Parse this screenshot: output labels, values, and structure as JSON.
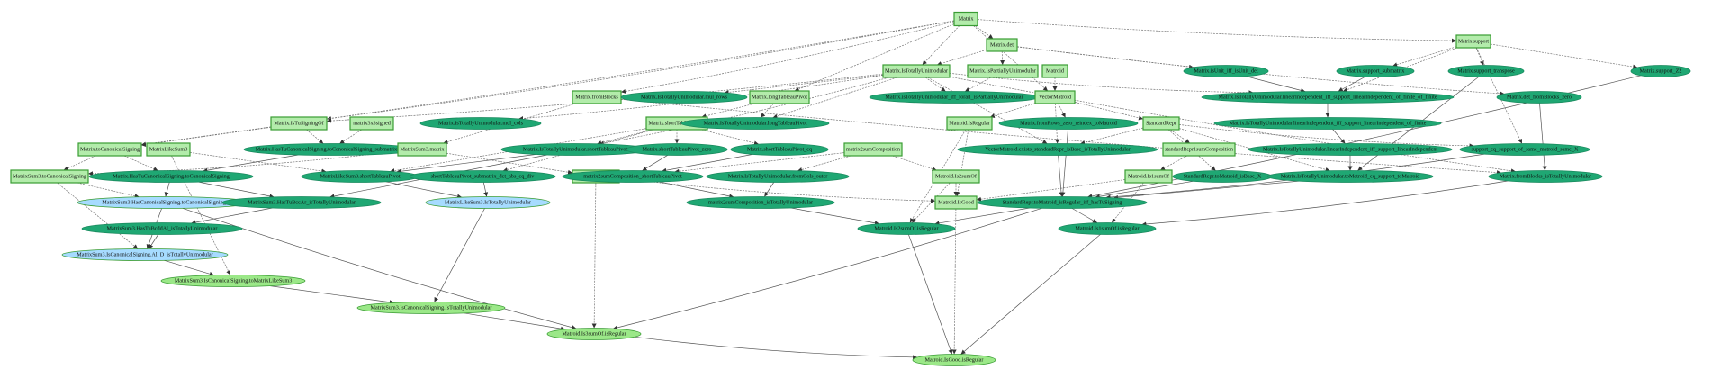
{
  "graph": {
    "colors": {
      "definition_fill": "#b3ecab",
      "definition_stroke": "#3a9c34",
      "theorem_proved_fill": "#1fa773",
      "theorem_proved_stroke": "#1a8a5e",
      "theorem_ready_fill": "#a6dbff",
      "theorem_ready_stroke": "#3a9c34",
      "theorem_goal_fill": "#9be888",
      "theorem_goal_stroke": "#3a9c34"
    },
    "nodes": [
      {
        "id": "Matrix",
        "label": "Matrix",
        "shape": "box",
        "style": "definition"
      },
      {
        "id": "Matrix.det",
        "label": "Matrix.det",
        "shape": "box",
        "style": "definition"
      },
      {
        "id": "Matrix.support",
        "label": "Matrix.support",
        "shape": "box",
        "style": "definition"
      },
      {
        "id": "Matrix.IsTotallyUnimodular",
        "label": "Matrix.IsTotallyUnimodular",
        "shape": "box",
        "style": "definition"
      },
      {
        "id": "Matrix.IsPartiallyUnimodular",
        "label": "Matrix.IsPartiallyUnimodular",
        "shape": "box",
        "style": "definition"
      },
      {
        "id": "Matroid",
        "label": "Matroid",
        "shape": "box",
        "style": "definition"
      },
      {
        "id": "Matrix.isUnit_iff_isUnit_det",
        "label": "Matrix.isUnit_iff_isUnit_det",
        "shape": "ellipse",
        "style": "proved"
      },
      {
        "id": "Matrix.support_submatrix",
        "label": "Matrix.support_submatrix",
        "shape": "ellipse",
        "style": "proved"
      },
      {
        "id": "Matrix.support_transpose",
        "label": "Matrix.support_transpose",
        "shape": "ellipse",
        "style": "proved"
      },
      {
        "id": "Matrix.support_Z2",
        "label": "Matrix.support_Z2",
        "shape": "ellipse",
        "style": "proved"
      },
      {
        "id": "Matrix.fromBlocks",
        "label": "Matrix.fromBlocks",
        "shape": "box",
        "style": "definition"
      },
      {
        "id": "Matrix.IsTotallyUnimodular.mul_rows",
        "label": "Matrix.IsTotallyUnimodular.mul_rows",
        "shape": "ellipse",
        "style": "proved"
      },
      {
        "id": "Matrix.longTableauPivot",
        "label": "Matrix.longTableauPivot",
        "shape": "box",
        "style": "definition"
      },
      {
        "id": "Matrix.isTotallyUnimodular_iff_forall_isPartiallyUnimodular",
        "label": "Matrix.isTotallyUnimodular_iff_forall_isPartiallyUnimodular",
        "shape": "ellipse",
        "style": "proved"
      },
      {
        "id": "VectorMatroid",
        "label": "VectorMatroid",
        "shape": "box",
        "style": "definition"
      },
      {
        "id": "Matrix.IsTotallyUnimodular.linearIndependent_iff_support_linearIndependent_of_finite_of_finite",
        "label": "Matrix.IsTotallyUnimodular.linearIndependent_iff_support_linearIndependent_of_finite_of_finite",
        "shape": "ellipse",
        "style": "proved"
      },
      {
        "id": "Matrix.det_fromBlocks_zero",
        "label": "Matrix.det_fromBlocks_zero",
        "shape": "ellipse",
        "style": "proved"
      },
      {
        "id": "Matrix.IsTuSigningOf",
        "label": "Matrix.IsTuSigningOf",
        "shape": "box",
        "style": "definition"
      },
      {
        "id": "matrix3x3signed",
        "label": "matrix3x3signed",
        "shape": "box",
        "style": "definition"
      },
      {
        "id": "Matrix.IsTotallyUnimodular.mul_cols",
        "label": "Matrix.IsTotallyUnimodular.mul_cols",
        "shape": "ellipse",
        "style": "proved"
      },
      {
        "id": "Matrix.shortTableauPivot",
        "label": "Matrix.shortTableauPivot",
        "shape": "box",
        "style": "definition"
      },
      {
        "id": "Matrix.IsTotallyUnimodular.longTableauPivot",
        "label": "Matrix.IsTotallyUnimodular.longTableauPivot",
        "shape": "ellipse",
        "style": "proved"
      },
      {
        "id": "Matroid.IsRegular",
        "label": "Matroid.IsRegular",
        "shape": "box",
        "style": "definition"
      },
      {
        "id": "Matrix.fromRows_zero_reindex_toMatroid",
        "label": "Matrix.fromRows_zero_reindex_toMatroid",
        "shape": "ellipse",
        "style": "proved"
      },
      {
        "id": "StandardRepr",
        "label": "StandardRepr",
        "shape": "box",
        "style": "definition"
      },
      {
        "id": "Matrix.IsTotallyUnimodular.linearIndependent_iff_support_linearIndependent_of_finite",
        "label": "Matrix.IsTotallyUnimodular.linearIndependent_iff_support_linearIndependent_of_finite",
        "shape": "ellipse",
        "style": "proved"
      },
      {
        "id": "Matrix.toCanonicalSigning",
        "label": "Matrix.toCanonicalSigning",
        "shape": "box",
        "style": "definition"
      },
      {
        "id": "MatrixLikeSum3",
        "label": "MatrixLikeSum3",
        "shape": "box",
        "style": "definition"
      },
      {
        "id": "Matrix.HasTuCanonicalSigning.toCanonicalSigning_submatrix3x3",
        "label": "Matrix.HasTuCanonicalSigning.toCanonicalSigning_submatrix3x3",
        "shape": "ellipse",
        "style": "proved"
      },
      {
        "id": "MatrixSum3.matrix",
        "label": "MatrixSum3.matrix",
        "shape": "box",
        "style": "definition"
      },
      {
        "id": "Matrix.IsTotallyUnimodular.shortTableauPivot",
        "label": "Matrix.IsTotallyUnimodular.shortTableauPivot",
        "shape": "ellipse",
        "style": "proved"
      },
      {
        "id": "Matrix.shortTableauPivot_zero",
        "label": "Matrix.shortTableauPivot_zero",
        "shape": "ellipse",
        "style": "proved"
      },
      {
        "id": "Matrix.shortTableauPivot_eq",
        "label": "Matrix.shortTableauPivot_eq",
        "shape": "ellipse",
        "style": "proved"
      },
      {
        "id": "matrix2sumComposition",
        "label": "matrix2sumComposition",
        "shape": "box",
        "style": "definition"
      },
      {
        "id": "VectorMatroid.exists_standardRepr_isBase_isTotallyUnimodular",
        "label": "VectorMatroid.exists_standardRepr_isBase_isTotallyUnimodular",
        "shape": "ellipse",
        "style": "proved"
      },
      {
        "id": "standardRepr1sumComposition",
        "label": "standardRepr1sumComposition",
        "shape": "box",
        "style": "definition"
      },
      {
        "id": "Matrix.IsTotallyUnimodular.linearIndependent_iff_support_linearIndependent",
        "label": "Matrix.IsTotallyUnimodular.linearIndependent_iff_support_linearIndependent",
        "shape": "ellipse",
        "style": "proved"
      },
      {
        "id": "support_eq_support_of_same_matroid_same_X",
        "label": "support_eq_support_of_same_matroid_same_X",
        "shape": "ellipse",
        "style": "proved"
      },
      {
        "id": "MatrixSum3.toCanonicalSigning",
        "label": "MatrixSum3.toCanonicalSigning",
        "shape": "box",
        "style": "definition"
      },
      {
        "id": "Matrix.HasTuCanonicalSigning.toCanonicalSigning",
        "label": "Matrix.HasTuCanonicalSigning.toCanonicalSigning",
        "shape": "ellipse",
        "style": "proved"
      },
      {
        "id": "MatrixLikeSum3.shortTableauPivot",
        "label": "MatrixLikeSum3.shortTableauPivot",
        "shape": "ellipse",
        "style": "proved"
      },
      {
        "id": "shortTableauPivot_submatrix_det_abs_eq_div",
        "label": "shortTableauPivot_submatrix_det_abs_eq_div",
        "shape": "ellipse",
        "style": "proved"
      },
      {
        "id": "Matroid.Is3sumOf",
        "label": "Matroid.Is3sumOf",
        "shape": "box",
        "style": "definition"
      },
      {
        "id": "matrix2sumComposition_shortTableauPivot",
        "label": "matrix2sumComposition_shortTableauPivot",
        "shape": "ellipse",
        "style": "proved"
      },
      {
        "id": "Matrix.IsTotallyUnimodular.fromCols_outer",
        "label": "Matrix.IsTotallyUnimodular.fromCols_outer",
        "shape": "ellipse",
        "style": "proved"
      },
      {
        "id": "Matroid.Is2sumOf",
        "label": "Matroid.Is2sumOf",
        "shape": "box",
        "style": "definition"
      },
      {
        "id": "Matroid.Is1sumOf",
        "label": "Matroid.Is1sumOf",
        "shape": "box",
        "style": "definition"
      },
      {
        "id": "StandardRepr.toMatroid_isBase_X",
        "label": "StandardRepr.toMatroid_isBase_X",
        "shape": "ellipse",
        "style": "proved"
      },
      {
        "id": "Matrix.IsTotallyUnimodular.toMatroid_eq_support_toMatroid",
        "label": "Matrix.IsTotallyUnimodular.toMatroid_eq_support_toMatroid",
        "shape": "ellipse",
        "style": "proved"
      },
      {
        "id": "Matrix.fromBlocks_isTotallyUnimodular",
        "label": "Matrix.fromBlocks_isTotallyUnimodular",
        "shape": "ellipse",
        "style": "proved"
      },
      {
        "id": "MatrixSum3.HasCanonicalSigning.toCanonicalSigning",
        "label": "MatrixSum3.HasCanonicalSigning.toCanonicalSigning",
        "shape": "ellipse",
        "style": "ready"
      },
      {
        "id": "MatrixSum3.HasTuBccAr_isTotallyUnimodular",
        "label": "MatrixSum3.HasTuBccAr_isTotallyUnimodular",
        "shape": "ellipse",
        "style": "proved"
      },
      {
        "id": "MatrixLikeSum3.IsTotallyUnimodular",
        "label": "MatrixLikeSum3.IsTotallyUnimodular",
        "shape": "ellipse",
        "style": "ready"
      },
      {
        "id": "matrix2sumComposition_isTotallyUnimodular",
        "label": "matrix2sumComposition_isTotallyUnimodular",
        "shape": "ellipse",
        "style": "proved"
      },
      {
        "id": "Matroid.IsGood",
        "label": "Matroid.IsGood",
        "shape": "box",
        "style": "definition"
      },
      {
        "id": "StandardRepr.toMatroid_isRegular_iff_hasTuSigning",
        "label": "StandardRepr.toMatroid_isRegular_iff_hasTuSigning",
        "shape": "ellipse",
        "style": "proved"
      },
      {
        "id": "MatrixSum3.HasTuBcddAl_isTotallyUnimodular",
        "label": "MatrixSum3.HasTuBcddAl_isTotallyUnimodular",
        "shape": "ellipse",
        "style": "proved"
      },
      {
        "id": "Matroid.Is2sumOf.isRegular",
        "label": "Matroid.Is2sumOf.isRegular",
        "shape": "ellipse",
        "style": "proved"
      },
      {
        "id": "Matroid.Is1sumOf.isRegular",
        "label": "Matroid.Is1sumOf.isRegular",
        "shape": "ellipse",
        "style": "proved"
      },
      {
        "id": "MatrixSum3.IsCanonicalSigning.Al_D_isTotallyUnimodular",
        "label": "MatrixSum3.IsCanonicalSigning.Al_D_isTotallyUnimodular",
        "shape": "ellipse",
        "style": "ready"
      },
      {
        "id": "MatrixSum3.IsCanonicalSigning.toMatrixLikeSum3",
        "label": "MatrixSum3.IsCanonicalSigning.toMatrixLikeSum3",
        "shape": "ellipse",
        "style": "goal"
      },
      {
        "id": "MatrixSum3.IsCanonicalSigning.IsTotallyUnimodular",
        "label": "MatrixSum3.IsCanonicalSigning.IsTotallyUnimodular",
        "shape": "ellipse",
        "style": "goal"
      },
      {
        "id": "Matroid.Is3sumOf.isRegular",
        "label": "Matroid.Is3sumOf.isRegular",
        "shape": "ellipse",
        "style": "goal"
      },
      {
        "id": "Matroid.IsGood.isRegular",
        "label": "Matroid.IsGood.isRegular",
        "shape": "ellipse",
        "style": "goal"
      }
    ]
  }
}
